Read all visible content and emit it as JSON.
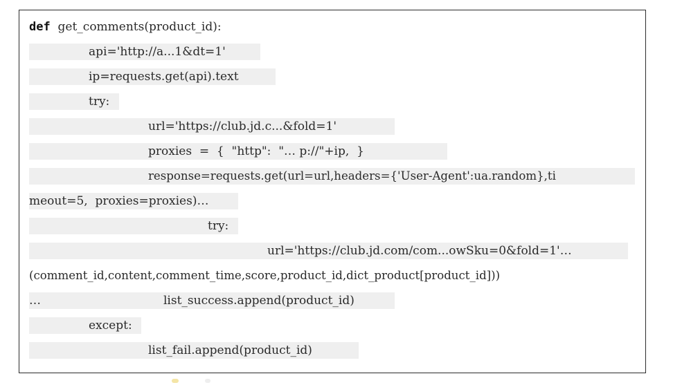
{
  "code": {
    "lines": [
      {
        "kw": "def",
        "text": "  get_comments(product_id):"
      },
      {
        "text": "api='http://a...1&dt=1'"
      },
      {
        "text": "ip=requests.get(api).text"
      },
      {
        "text": "try:"
      },
      {
        "text": "url='https://club.jd.c...&fold=1'"
      },
      {
        "text": "proxies  =  {  \"http\":  \"… p://\"+ip,  }"
      },
      {
        "text": "response=requests.get(url=url,headers={'User-Agent':ua.random},ti"
      },
      {
        "text": "meout=5,  proxies=proxies)…"
      },
      {
        "text": "try:"
      },
      {
        "text": "url='https://club.jd.com/com...owSku=0&fold=1'…"
      },
      {
        "text": "(comment_id,content,comment_time,score,product_id,dict_product[product_id]))"
      },
      {
        "text": "…"
      },
      {
        "text": "list_success.append(product_id)"
      },
      {
        "text": "except:"
      },
      {
        "text": "list_fail.append(product_id)"
      }
    ]
  }
}
